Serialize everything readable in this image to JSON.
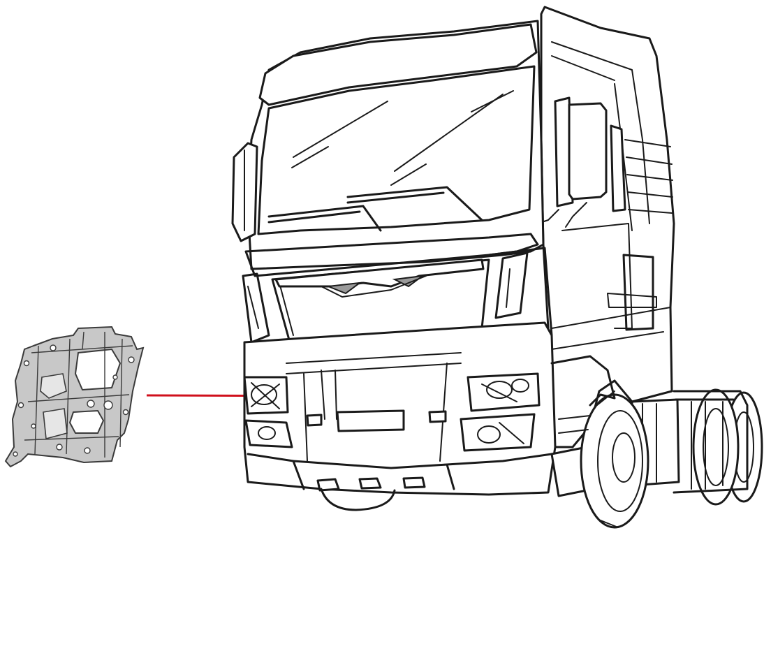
{
  "figure": {
    "colors": {
      "line": "#1a1a1a",
      "leader": "#d0101c",
      "part_fill": "#c8c8c8",
      "part_stroke": "#3a3a3a",
      "background": "#ffffff"
    },
    "part": {
      "name": "headlamp-bracket"
    },
    "subject": {
      "name": "truck-cab"
    },
    "leader": {
      "style": "solid-then-dashed"
    }
  }
}
